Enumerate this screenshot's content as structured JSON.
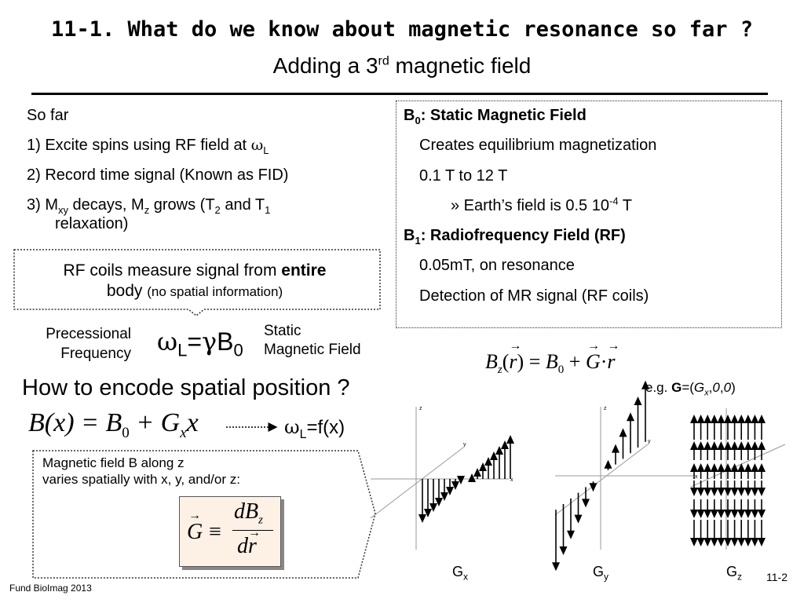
{
  "title": {
    "line1": "11-1. What do we know about magnetic resonance so far ?",
    "line2_main": "Adding a 3",
    "line2_sup": "rd",
    "line2_rest": " magnetic field"
  },
  "left_list": {
    "so_far": "So far",
    "item1": "1) Excite spins using RF field at ",
    "item1_omega": "ω",
    "item1_sub": "L",
    "item2": "2) Record time signal  (Known as FID)",
    "item3_a": "3) M",
    "item3_sub1": "xy",
    "item3_b": " decays, M",
    "item3_sub2": "z",
    "item3_c": " grows (T",
    "item3_sub3": "2",
    "item3_d": " and T",
    "item3_sub4": "1",
    "item3_cont": "relaxation)"
  },
  "rf_box": {
    "text_a": "RF coils measure signal from ",
    "text_bold": "entire",
    "text_b": "body ",
    "text_small": "(no spatial information)"
  },
  "right_box": {
    "b0_b": "B",
    "b0_sub": "0",
    "b0_title": ": Static Magnetic Field",
    "b0_line1": "Creates equilibrium magnetization",
    "b0_line2": "0.1 T to 12 T",
    "b0_line3_a": "» Earth’s field is 0.5 10",
    "b0_line3_sup": "-4",
    "b0_line3_b": " T",
    "b1_b": "B",
    "b1_sub": "1",
    "b1_title": ": Radiofrequency Field (RF)",
    "b1_line1": "0.05mT, on resonance",
    "b1_line2": "Detection of MR signal (RF coils)"
  },
  "larmor": {
    "prec_line1": "Precessional",
    "prec_line2": "Frequency",
    "omega": "ω",
    "omega_sub": "L",
    "eq": "=",
    "gamma": "γ",
    "b": "B",
    "b_sub": "0",
    "static_line1": "Static",
    "static_line2": "Magnetic Field"
  },
  "gradient_eq": {
    "lhs_b": "B",
    "lhs_sub": "z",
    "lhs_open": "(",
    "lhs_r": "r",
    "lhs_close": ")",
    "eq": "=",
    "b0": "B",
    "b0_sub": "0",
    "plus": "+",
    "g": "G",
    "dot": "·",
    "r": "r",
    "eg_a": "e.g. ",
    "eg_bold": "G",
    "eg_b": "=(",
    "eg_gx": "G",
    "eg_gx_sub": "x",
    "eg_c": ",",
    "eg_zero1": "0",
    "eg_d": ",",
    "eg_zero2": "0",
    "eg_e": ")"
  },
  "encode": {
    "question": "How to encode spatial position ?",
    "bx_a": "B",
    "bx_b": "(x) = B",
    "bx_sub0": "0",
    "bx_c": " + G",
    "bx_subx": "x",
    "bx_d": "x",
    "omega": "ω",
    "omega_sub": "L",
    "fx": "=f(x)"
  },
  "magnetic": {
    "line1": "Magnetic field B along z",
    "line2": "varies spatially with x, y, and/or z:",
    "g": "G",
    "equiv": "≡",
    "num_d": "dB",
    "num_sub": "z",
    "den": "dr"
  },
  "diagrams": {
    "axis_z": "z",
    "axis_y": "y",
    "axis_x": "x",
    "gx_label": "G",
    "gx_sub": "x",
    "gy_label": "G",
    "gy_sub": "y",
    "gz_label": "G",
    "gz_sub": "z"
  },
  "footer": {
    "left": "Fund BioImag 2013",
    "right": "11-2"
  }
}
